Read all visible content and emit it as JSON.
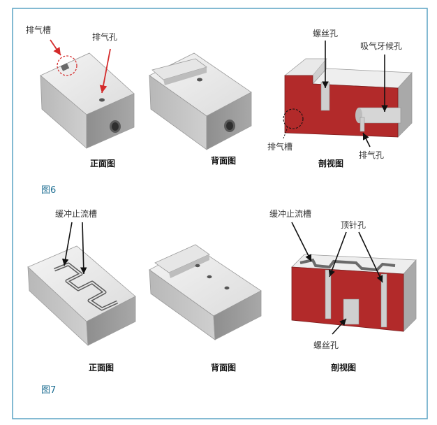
{
  "colors": {
    "border": "#5aa3c4",
    "figure_label": "#1f6f93",
    "section_red": "#b22a2a",
    "arrow_red": "#d42a2a",
    "arrow_black": "#111111"
  },
  "figure6": {
    "label": "图6",
    "views": {
      "front": {
        "caption": "正面图",
        "callouts": {
          "vent_groove": "排气槽",
          "vent_hole": "排气孔"
        }
      },
      "back": {
        "caption": "背面图"
      },
      "section": {
        "caption": "剖视图",
        "callouts": {
          "screw_hole": "螺丝孔",
          "suction_socket": "吸气牙候孔",
          "vent_groove": "排气槽",
          "vent_hole": "排气孔"
        }
      }
    }
  },
  "figure7": {
    "label": "图7",
    "views": {
      "front": {
        "caption": "正面图",
        "callouts": {
          "buffer_groove": "缓冲止流槽"
        }
      },
      "back": {
        "caption": "背面图"
      },
      "section": {
        "caption": "剖视图",
        "callouts": {
          "buffer_groove": "缓冲止流槽",
          "ejector_hole": "顶针孔",
          "screw_hole": "螺丝孔"
        }
      }
    }
  }
}
